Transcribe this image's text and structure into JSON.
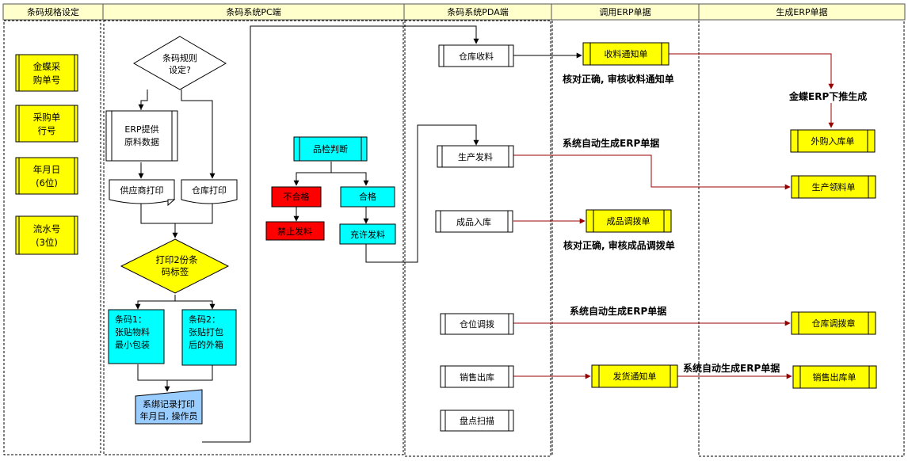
{
  "lanes": {
    "spec": "条码规格设定",
    "pc": "条码系统PC端",
    "pda": "条码系统PDA端",
    "call_erp": "调用ERP单据",
    "gen_erp": "生成ERP单据"
  },
  "spec_boxes": [
    [
      "金蝶采",
      "购单号"
    ],
    [
      "采购单",
      "行号"
    ],
    [
      "年月日",
      "(6位)"
    ],
    [
      "流水号",
      "(3位)"
    ]
  ],
  "pc": {
    "rule_decision": [
      "条码规则",
      "设定?"
    ],
    "erp_source": [
      "ERP提供",
      "原料数据"
    ],
    "supplier_print": "供应商打印",
    "warehouse_print": "仓库打印",
    "print_two": [
      "打印2份条",
      "码标签"
    ],
    "barcode1": [
      "条码1：",
      "张贴物料",
      "最小包装"
    ],
    "barcode2": [
      "条码2：",
      "张贴打包",
      "后的外箱"
    ],
    "record": [
      "系绑记录打印",
      "年月日, 操作员"
    ],
    "qc": "品检判断",
    "fail": "不合格",
    "pass": "合格",
    "ban_issue": "禁止发料",
    "allow_issue": "充许发料"
  },
  "pda": {
    "receive": "仓库收料",
    "production_issue": "生产发料",
    "fg_in": "成品入库",
    "loc_transfer": "仓位调拨",
    "sales_out": "销售出库",
    "stocktake": "盘点扫描"
  },
  "erp_call": {
    "receipt_notice": "收料通知单",
    "fg_transfer": "成品调拨单",
    "delivery_notice": "发货通知单"
  },
  "erp_gen": {
    "purchase_in": "外购入库单",
    "prod_pick": "生产领料单",
    "wh_transfer": "仓库调拨章",
    "sales_out_doc": "销售出库单"
  },
  "notes": {
    "verify_receipt": "核对正确, 审核收料通知单",
    "kingdee_push": "金蝶ERP下推生成",
    "auto_gen_1": "系统自动生成ERP单据",
    "verify_fg": "核对正确, 审核成品调拨单",
    "auto_gen_2": "系统自动生成ERP单据",
    "auto_gen_3": "系统自动生成ERP单据"
  },
  "colors": {
    "yellow": "#ffff00",
    "cyan": "#00ffff",
    "red": "#ff0000",
    "light_blue": "#99ccff",
    "header_bg": "#ffffcc",
    "dark_red": "#990000"
  }
}
